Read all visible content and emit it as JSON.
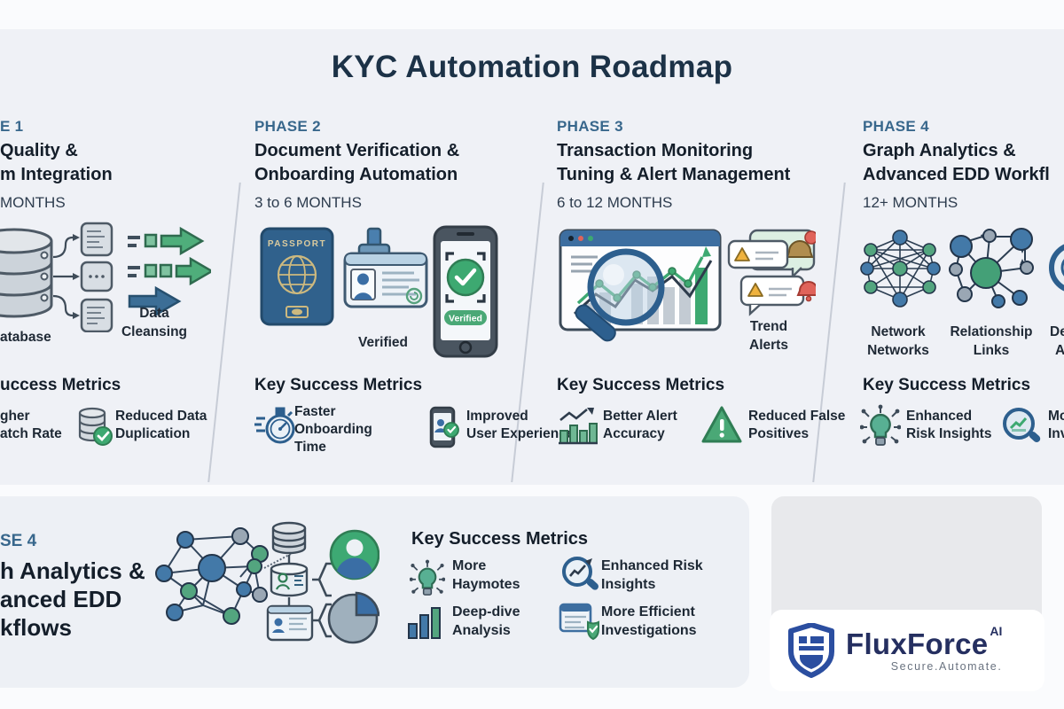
{
  "title": "KYC Automation Roadmap",
  "phases": [
    {
      "label": "E 1",
      "heading": [
        "Quality &",
        "m Integration"
      ],
      "timeline": "MONTHS",
      "captions": {
        "database": "atabase",
        "cleansing": [
          "Data",
          "Cleansing"
        ]
      },
      "metrics_title": "uccess Metrics",
      "metrics": [
        {
          "icon": "offscreen",
          "lines": [
            "gher",
            "atch Rate"
          ]
        },
        {
          "icon": "database-check",
          "lines": [
            "Reduced Data",
            "Duplication"
          ]
        }
      ]
    },
    {
      "label": "PHASE 2",
      "heading": [
        "Document Verification &",
        "Onboarding Automation"
      ],
      "timeline": "3 to 6 MONTHS",
      "captions": {
        "passport": "PASSPORT",
        "verified": "Verified",
        "badge": "Verified"
      },
      "metrics_title": "Key Success Metrics",
      "metrics": [
        {
          "icon": "stopwatch",
          "lines": [
            "Faster",
            "Onboarding",
            "Time"
          ]
        },
        {
          "icon": "phone-user",
          "lines": [
            "Improved",
            "User Experience"
          ]
        }
      ]
    },
    {
      "label": "PHASE 3",
      "heading": [
        "Transaction Monitoring",
        "Tuning & Alert Management"
      ],
      "timeline": "6 to 12 MONTHS",
      "captions": {
        "trend": [
          "Trend",
          "Alerts"
        ]
      },
      "metrics_title": "Key Success Metrics",
      "metrics": [
        {
          "icon": "bars-up",
          "lines": [
            "Better Alert",
            "Accuracy"
          ]
        },
        {
          "icon": "alert-triangle",
          "lines": [
            "Reduced False",
            "Positives"
          ]
        }
      ]
    },
    {
      "label": "PHASE 4",
      "heading": [
        "Graph Analytics &",
        "Advanced EDD Workfl"
      ],
      "timeline": "12+ MONTHS",
      "captions": {
        "network": [
          "Network",
          "Networks"
        ],
        "relationship": [
          "Relationship",
          "Links"
        ],
        "deep": [
          "De",
          "A"
        ]
      },
      "metrics_title": "Key Success Metrics",
      "metrics": [
        {
          "icon": "bulb-network",
          "lines": [
            "Enhanced",
            "Risk Insights"
          ]
        },
        {
          "icon": "magnifier",
          "lines": [
            "More",
            "Invest"
          ]
        }
      ]
    }
  ],
  "bottom": {
    "label": "SE 4",
    "heading": [
      "h Analytics &",
      "anced EDD",
      "kflows"
    ],
    "metrics_title": "Key Success Metrics",
    "metrics": [
      {
        "icon": "bulb-network",
        "lines": [
          "More",
          "Haymotes"
        ]
      },
      {
        "icon": "magnifier-trend",
        "lines": [
          "Enhanced Risk",
          "Insights"
        ]
      },
      {
        "icon": "bar-chart",
        "lines": [
          "Deep-dive",
          "Analysis"
        ]
      },
      {
        "icon": "report-shield",
        "lines": [
          "More Efficient",
          "Investigations"
        ]
      }
    ]
  },
  "brand": {
    "name": "FluxForce",
    "suffix": "AI",
    "tagline": "Secure.Automate."
  },
  "colors": {
    "accent_phase": "#38678c",
    "heading": "#141e2a",
    "green": "#3da971",
    "blue": "#3a6ea5",
    "red": "#e0635a",
    "amber": "#efb23e",
    "logo_navy": "#252f60",
    "shield_blue": "#2b4ea0",
    "card_bg": "#eff1f6"
  }
}
